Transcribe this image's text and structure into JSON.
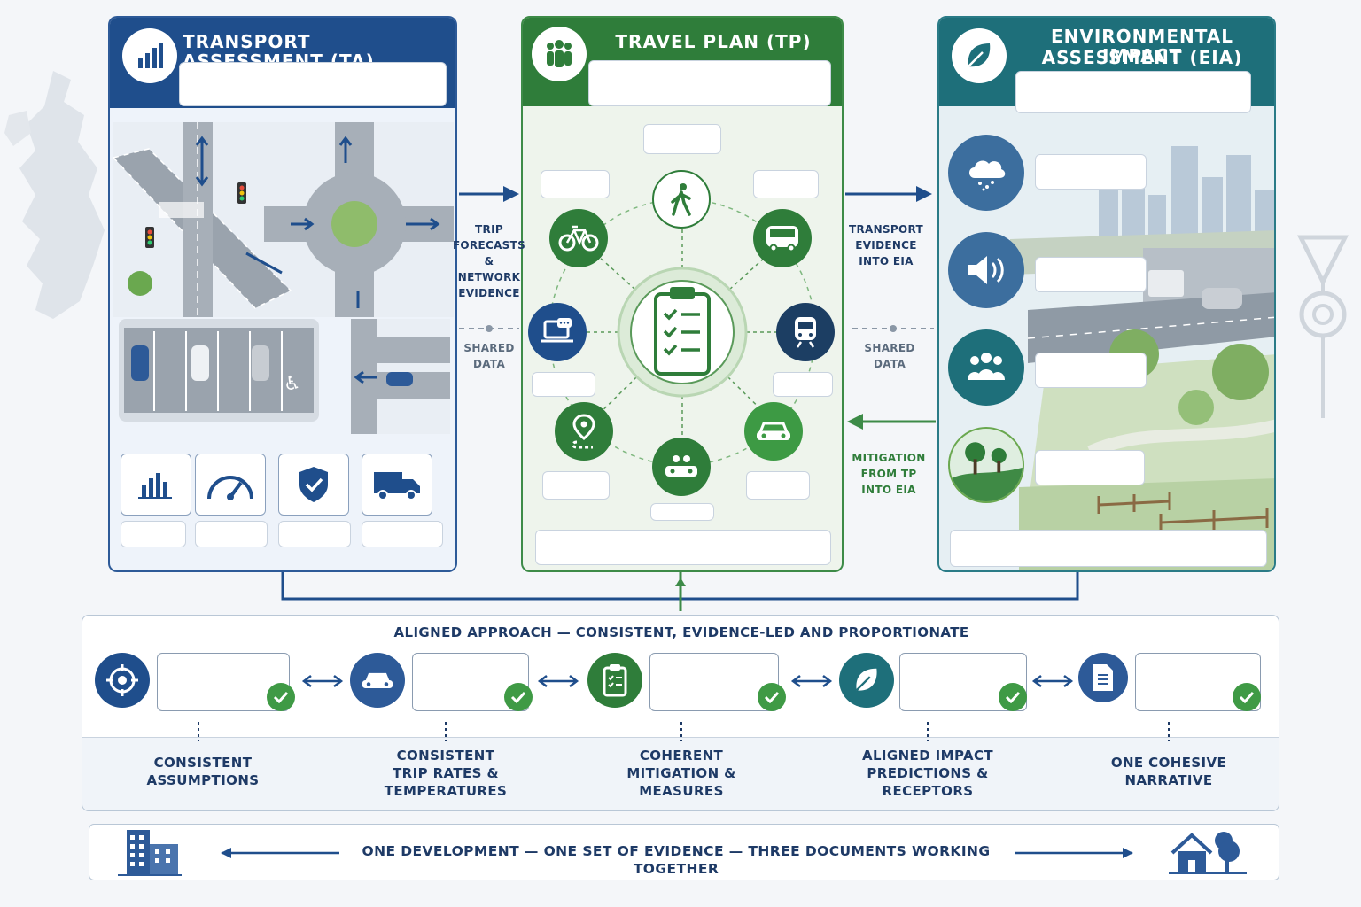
{
  "panels": {
    "ta": {
      "title": "TRANSPORT ASSESSMENT (TA)",
      "icon": "bar-chart-icon",
      "color": "#1f4e8c"
    },
    "tp": {
      "title": "TRAVEL PLAN (TP)",
      "icon": "people-group-icon",
      "color": "#2f7d3a"
    },
    "eia": {
      "title_line1": "ENVIRONMENTAL IMPACT",
      "title_line2": "ASSESSMENT (EIA)",
      "icon": "leaf-icon",
      "color": "#1e6f7a"
    }
  },
  "flows": {
    "trip_forecasts": {
      "line1": "TRIP",
      "line2": "FORECASTS",
      "line3": "& NETWORK",
      "line4": "EVIDENCE"
    },
    "shared_left": {
      "line1": "SHARED",
      "line2": "DATA"
    },
    "transport_evidence": {
      "line1": "TRANSPORT",
      "line2": "EVIDENCE",
      "line3": "INTO EIA"
    },
    "shared_right": {
      "line1": "SHARED",
      "line2": "DATA"
    },
    "mitigation": {
      "line1": "MITIGATION",
      "line2": "FROM TP",
      "line3": "INTO EIA"
    }
  },
  "ta_tiles": [
    "bar-chart-icon",
    "speedometer-icon",
    "shield-check-icon",
    "truck-icon"
  ],
  "tp_nodes": [
    "walking-icon",
    "bicycle-icon",
    "bus-icon",
    "laptop-chat-icon",
    "train-icon",
    "route-pin-icon",
    "car-icon",
    "car-share-icon",
    "clipboard-checklist-icon"
  ],
  "eia_rows": [
    "air-quality-cloud-icon",
    "noise-speaker-icon",
    "community-icon",
    "landscape-tree-icon"
  ],
  "aligned": {
    "title": "ALIGNED APPROACH — CONSISTENT, EVIDENCE-LED AND PROPORTIONATE",
    "items": [
      {
        "icon": "target-icon",
        "line1": "CONSISTENT",
        "line2": "ASSUMPTIONS",
        "line3": ""
      },
      {
        "icon": "car-icon",
        "line1": "CONSISTENT",
        "line2": "TRIP RATES &",
        "line3": "TEMPERATURES"
      },
      {
        "icon": "clipboard-icon",
        "line1": "COHERENT",
        "line2": "MITIGATION &",
        "line3": "MEASURES"
      },
      {
        "icon": "leaf-icon",
        "line1": "ALIGNED IMPACT",
        "line2": "PREDICTIONS &",
        "line3": "RECEPTORS"
      },
      {
        "icon": "document-icon",
        "line1": "ONE COHESIVE",
        "line2": "NARRATIVE",
        "line3": ""
      }
    ]
  },
  "footer": {
    "text": "ONE DEVELOPMENT — ONE SET OF EVIDENCE — THREE DOCUMENTS WORKING TOGETHER",
    "left_icon": "office-building-icon",
    "right_icon": "house-tree-icon"
  },
  "colors": {
    "navy": "#1f4e8c",
    "green": "#2f7d3a",
    "teal": "#1e6f7a",
    "check": "#3f9a45"
  }
}
